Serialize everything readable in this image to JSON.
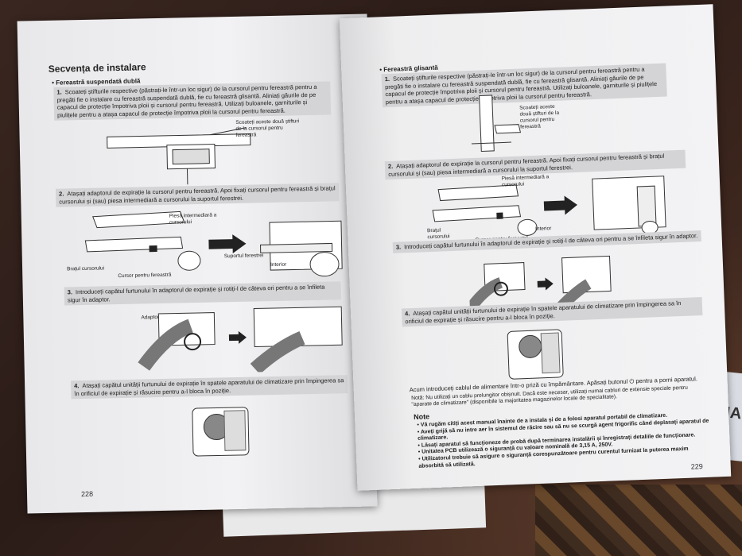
{
  "left_page": {
    "title": "Secvența de instalare",
    "subtitle": "• Fereastră suspendată dublă",
    "steps": [
      {
        "num": "1.",
        "text": "Scoateți știfturile respective (păstrați-le într-un loc sigur) de la cursorul pentru fereastră pentru a pregăti fie o instalare cu fereastră suspendată dublă, fie cu fereastră glisantă. Aliniați găurile de pe capacul de protecție împotriva ploii și cursorul pentru fereastră. Utilizați buloanele, garniturile și piulițele pentru a atașa capacul de protecție împotriva ploii la cursorul pentru fereastră."
      },
      {
        "num": "2.",
        "text": "Atașați adaptorul de expirație la cursorul pentru fereastră. Apoi fixați cursorul pentru fereastră și brațul cursorului și (sau) piesa intermediară a cursorului la suportul ferestrei."
      },
      {
        "num": "3.",
        "text": "Introduceți capătul furtunului în adaptorul de expirație și rotiți-l de câteva ori pentru a se înfileta sigur în adaptor."
      },
      {
        "num": "4.",
        "text": "Atașați capătul unității furtunului de expirație în spatele aparatului de climatizare prin împingerea sa în orificiul de expirație și răsucire pentru a-l bloca în poziție."
      }
    ],
    "labels": {
      "remove_pins": "Scoateți aceste două știfturi de la cursorul pentru fereastră",
      "intermediate": "Piesă intermediară a cursorului",
      "arm": "Brațul cursorului",
      "slider": "Cursor pentru fereastră",
      "support": "Suportul ferestrei",
      "interior": "Interior",
      "adapter": "Adaptor"
    },
    "page_number": "228"
  },
  "right_page": {
    "subtitle": "• Fereastră glisantă",
    "steps": [
      {
        "num": "1.",
        "text": "Scoateți știfturile respective (păstrați-le într-un loc sigur) de la cursorul pentru fereastră pentru a pregăti fie o instalare cu fereastră suspendată dublă, fie cu fereastră glisantă. Aliniați găurile de pe capacul de protecție împotriva ploii și cursorul pentru fereastră. Utilizați buloanele, garniturile și piulițele pentru a atașa capacul de protecție împotriva ploii la cursorul pentru fereastră."
      },
      {
        "num": "2.",
        "text": "Atașați adaptorul de expirație la cursorul pentru fereastră. Apoi fixați cursorul pentru fereastră și brațul cursorului și (sau) piesa intermediară a cursorului la suportul ferestrei."
      },
      {
        "num": "3.",
        "text": "Introduceți capătul furtunului în adaptorul de expirație și rotiți-l de câteva ori pentru a se înfileta sigur în adaptor."
      },
      {
        "num": "4.",
        "text": "Atașați capătul unității furtunului de expirație în spatele aparatului de climatizare prin împingerea sa în orificiul de expirație și răsucire pentru a-l bloca în poziție."
      }
    ],
    "labels": {
      "remove_pins": "Scoateți aceste două știfturi de la cursorul pentru fereastră",
      "intermediate": "Piesă intermediară a cursorului",
      "arm": "Brațul cursorului",
      "slider": "Cursor pentru fereastră",
      "interior": "Interior"
    },
    "power_text": "Acum introduceți cablul de alimentare într-o priză cu împământare. Apăsați butonul ⏻ pentru a porni aparatul.",
    "note_small": "Notă: Nu utilizați un cablu prelungitor obișnuit. Dacă este necesar, utilizați numai cabluri de extensie speciale pentru \"aparate de climatizare\" (disponibile la majoritatea magazinelor locale de specialitate).",
    "note_title": "Note",
    "notes": [
      "• Vă rugăm citiți acest manual înainte de a instala și de a folosi aparatul portabil de climatizare.",
      "• Aveți grijă să nu intre aer în sistemul de răcire sau să nu se scurgă agent frigorific când deplasați aparatul de climatizare.",
      "• Lăsați aparatul să funcționeze de probă după terminarea instalării și înregistrați detaliile de funcționare.",
      "• Unitatea PCB utilizează o siguranță cu valoare nominală de 3,15 A, 250V.",
      "• Utilizatorul trebuie să asigure o siguranță corespunzătoare pentru curentul furnizat la puterea maxim absorbită să utilizată."
    ],
    "page_number": "229"
  },
  "background_card_text": "IA"
}
